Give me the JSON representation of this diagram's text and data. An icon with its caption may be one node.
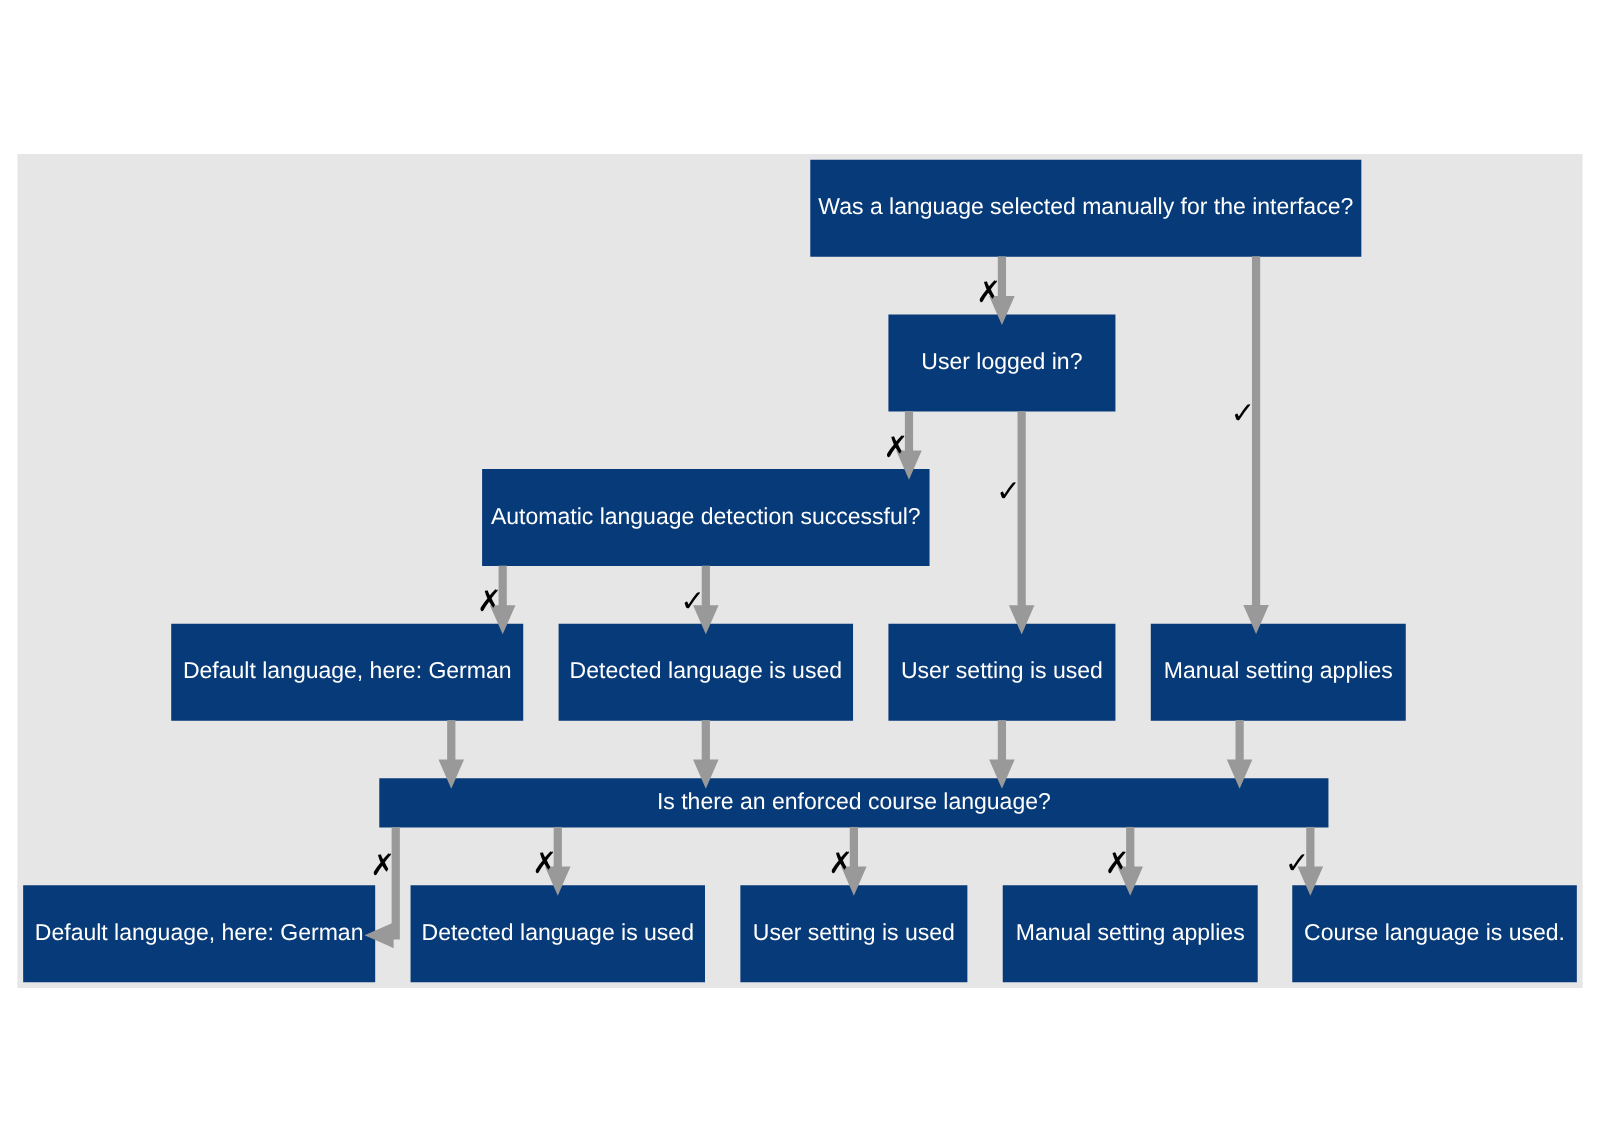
{
  "diagram": {
    "nodes": [
      {
        "text": [
          "Was a language selected manually for the interface?"
        ]
      },
      {
        "text": [
          "User logged in?"
        ]
      },
      {
        "text": [
          "Automatic language detection successful?"
        ]
      },
      {
        "text": [
          "Default language, here: German"
        ]
      },
      {
        "text": [
          "Detected language is used"
        ]
      },
      {
        "text": [
          "User setting is used"
        ]
      },
      {
        "text": [
          "Manual setting applies"
        ]
      },
      {
        "text": [
          "Is there an enforced course language?"
        ]
      },
      {
        "text": [
          "Default language, here: German"
        ]
      },
      {
        "text": [
          "Detected language is used"
        ]
      },
      {
        "text": [
          "User setting is used"
        ]
      },
      {
        "text": [
          "Manual setting applies"
        ]
      },
      {
        "text": [
          "Course language is used."
        ]
      }
    ],
    "edges": [
      {
        "from": 0,
        "to": 1,
        "arrow": "to",
        "label": "✗"
      },
      {
        "from": 0,
        "to": 6,
        "arrow": "to",
        "label": "✓"
      },
      {
        "from": 1,
        "to": 2,
        "arrow": "to",
        "label": "✗"
      },
      {
        "from": 1,
        "to": 5,
        "arrow": "to",
        "label": "✓"
      },
      {
        "from": 2,
        "to": 3,
        "arrow": "to",
        "label": "✗"
      },
      {
        "from": 2,
        "to": 4,
        "arrow": "to",
        "label": "✓"
      },
      {
        "from": 3,
        "to": 7,
        "arrow": "to"
      },
      {
        "from": 4,
        "to": 7,
        "arrow": "to"
      },
      {
        "from": 5,
        "to": 7,
        "arrow": "to"
      },
      {
        "from": 6,
        "to": 7,
        "arrow": "to"
      },
      {
        "from": 7,
        "to": 8,
        "arrow": "to",
        "label": "✗"
      },
      {
        "from": 7,
        "to": 9,
        "arrow": "to",
        "label": "✗"
      },
      {
        "from": 7,
        "to": 10,
        "arrow": "to",
        "label": "✗"
      },
      {
        "from": 7,
        "to": 11,
        "arrow": "to",
        "label": "✗"
      },
      {
        "from": 7,
        "to": 12,
        "arrow": "to",
        "label": "✓"
      }
    ]
  }
}
